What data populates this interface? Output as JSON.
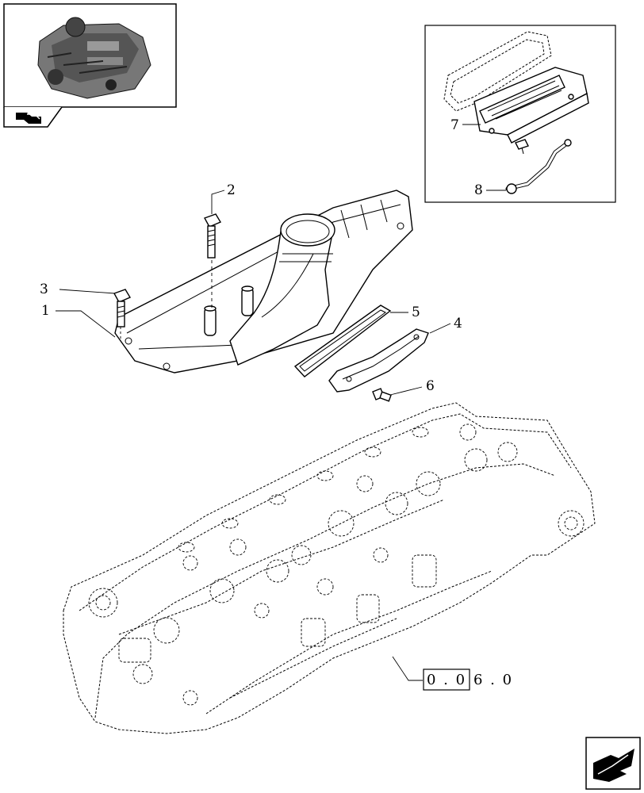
{
  "callouts": {
    "c1": "1",
    "c2": "2",
    "c3": "3",
    "c4": "4",
    "c5": "5",
    "c6": "6",
    "c7": "7",
    "c8": "8"
  },
  "reference": {
    "boxed": "0 . 0",
    "tail": "6 . 0"
  },
  "icons": {
    "thumbnail": "engine-thumbnail-icon",
    "prev": "back-arrow-icon",
    "next": "next-page-arrow-icon"
  }
}
